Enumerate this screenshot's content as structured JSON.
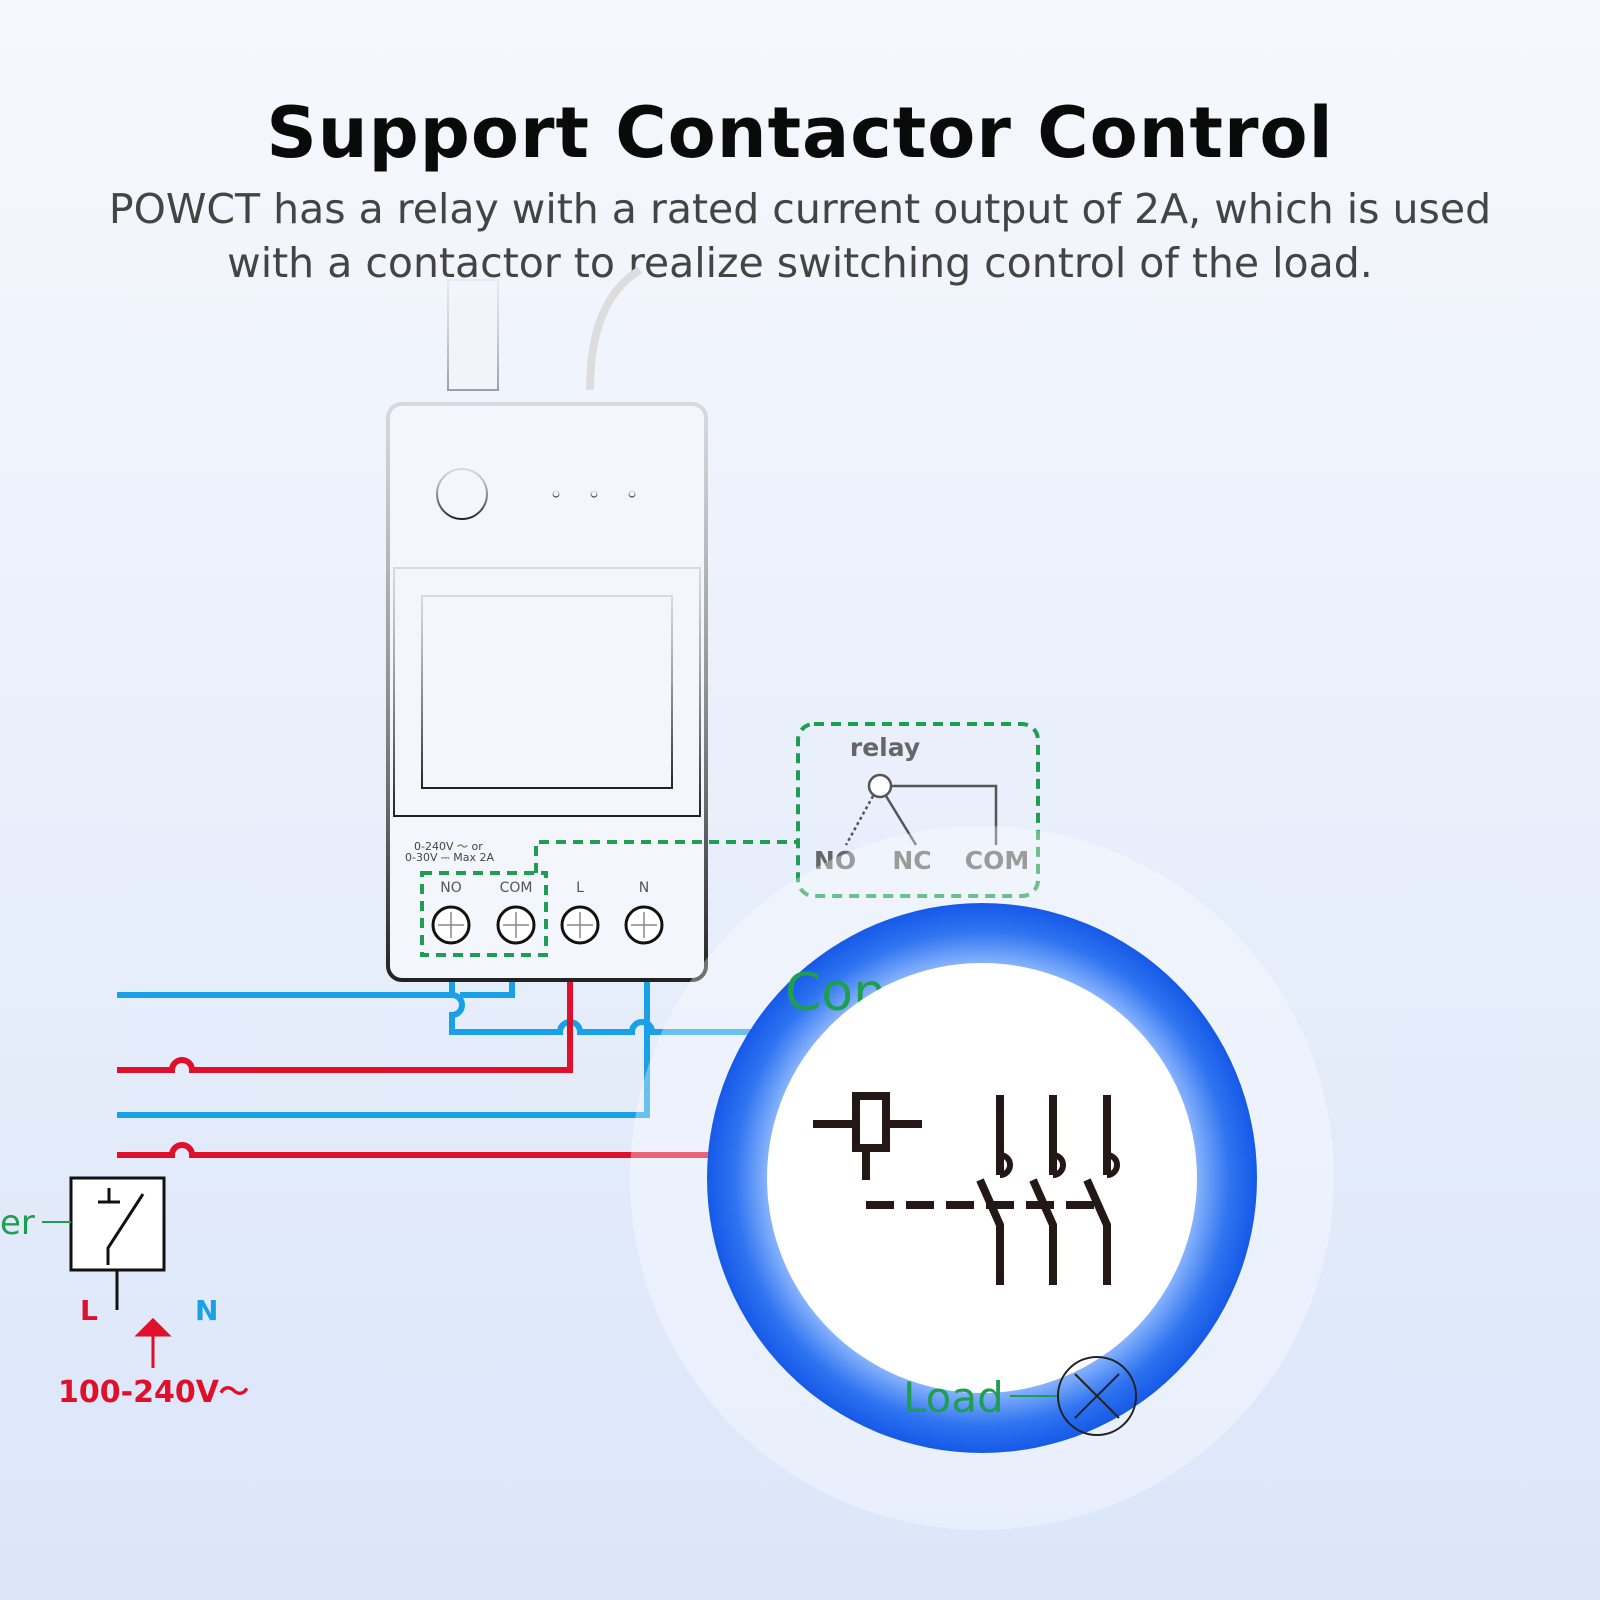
{
  "header": {
    "title": "Support Contactor Control",
    "subtitle_line1": "POWCT has a relay with a rated current output of 2A, which is used",
    "subtitle_line2": "with a contactor to realize switching control of the load."
  },
  "device": {
    "rating_line1": "0-240V ～ or",
    "rating_line2": "0-30V ⎓ Max 2A",
    "terminals": [
      "NO",
      "COM",
      "L",
      "N"
    ]
  },
  "relay": {
    "title": "relay",
    "no": "NO",
    "nc": "NC",
    "com": "COM"
  },
  "wiring": {
    "breaker_label": "er",
    "line_label": "L",
    "neutral_label": "N",
    "voltage": "100-240V～",
    "contactor_label": "Con",
    "load_label": "Load"
  },
  "colors": {
    "line": "#e0102a",
    "neutral": "#1aa0e6",
    "dashed": "#1e9e50",
    "accent": "#1a5fe8"
  }
}
